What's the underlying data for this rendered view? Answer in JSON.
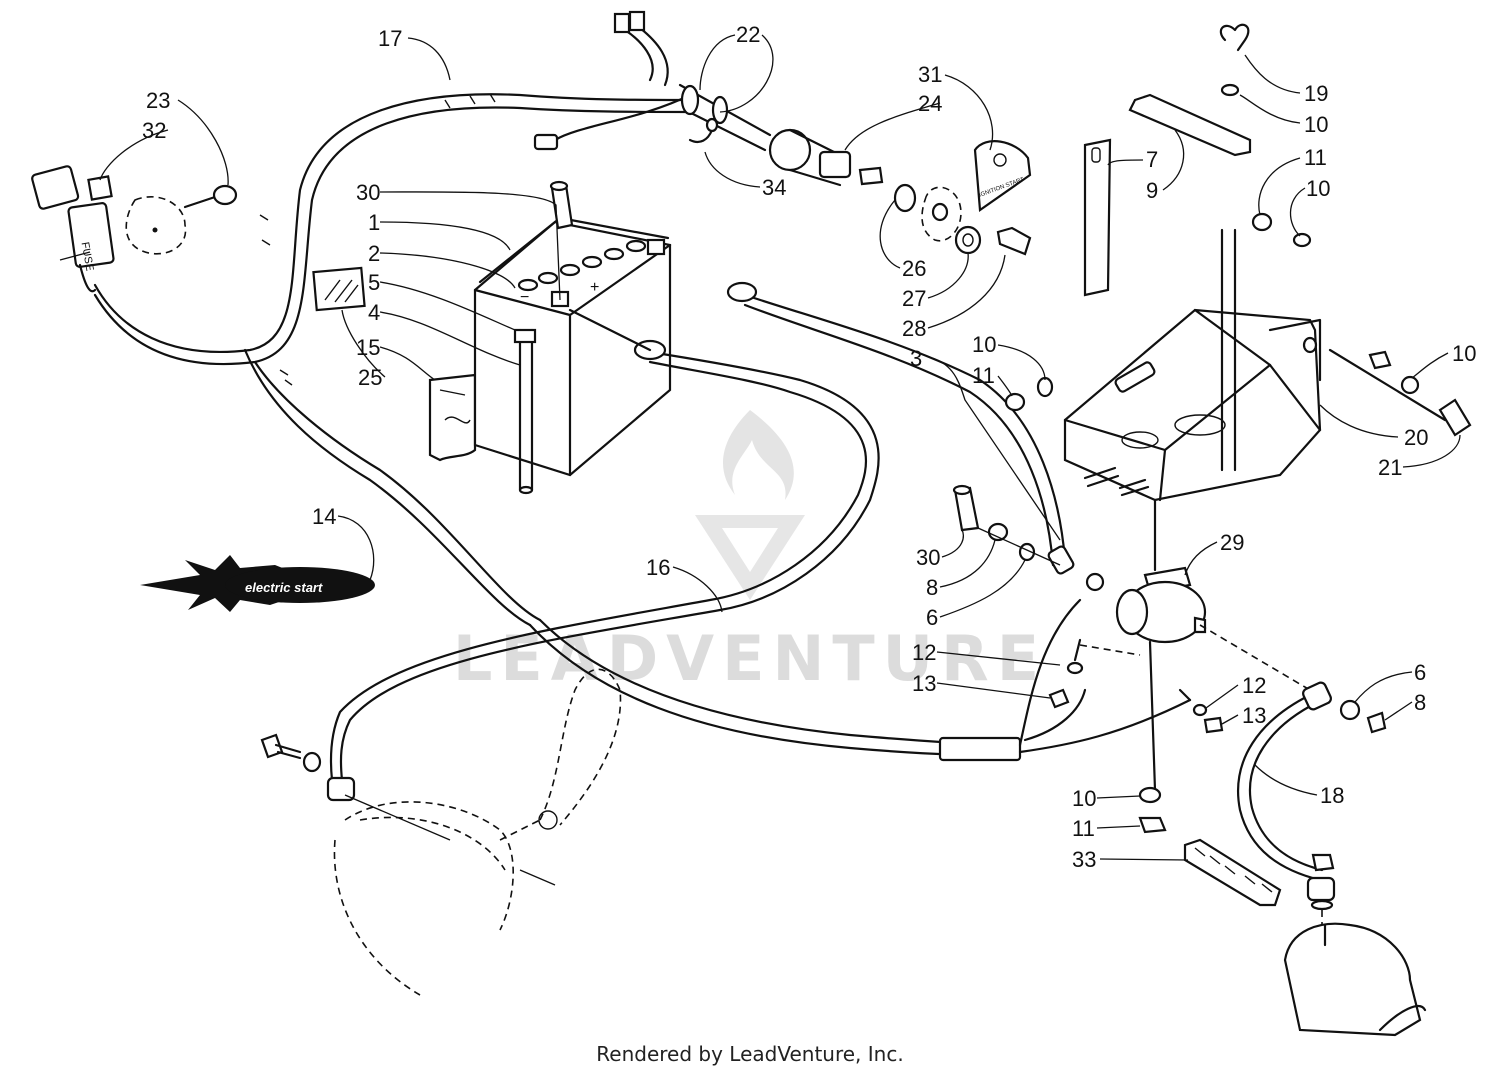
{
  "credit": "Rendered by LeadVenture, Inc.",
  "watermark": "LEADVENTURE",
  "logo_text": "electric start",
  "battery_signs": {
    "negative": "−",
    "positive": "+"
  },
  "fuse_label": "FUSE",
  "decal_label": "IGNITION START",
  "callouts": {
    "c17": "17",
    "c22": "22",
    "c23": "23",
    "c32": "32",
    "c31": "31",
    "c24": "24",
    "c19": "19",
    "c10a": "10",
    "c7": "7",
    "c9": "9",
    "c11a": "11",
    "c10b": "10",
    "c30a": "30",
    "c1": "1",
    "c2": "2",
    "c5": "5",
    "c4": "4",
    "c15": "15",
    "c25": "25",
    "c34": "34",
    "c26": "26",
    "c27": "27",
    "c28": "28",
    "c3": "3",
    "c10c": "10",
    "c11b": "11",
    "c10d": "10",
    "c20": "20",
    "c21": "21",
    "c14": "14",
    "c16": "16",
    "c30b": "30",
    "c8a": "8",
    "c6a": "6",
    "c29": "29",
    "c12a": "12",
    "c13a": "13",
    "c12b": "12",
    "c13b": "13",
    "c6b": "6",
    "c8b": "8",
    "c18": "18",
    "c10e": "10",
    "c11c": "11",
    "c33": "33"
  }
}
